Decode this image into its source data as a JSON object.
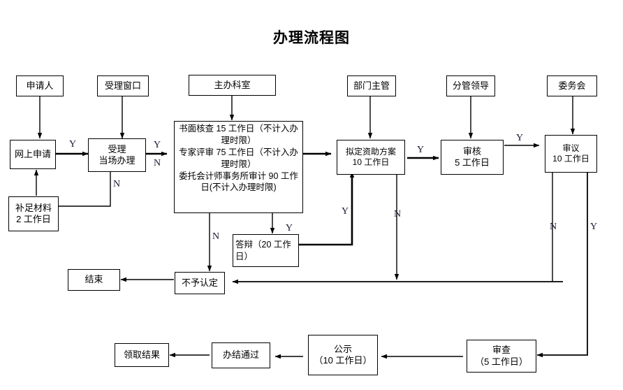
{
  "page": {
    "title": "办理流程图",
    "background_color": "#ffffff",
    "line_color": "#000000",
    "text_color": "#000000"
  },
  "nodes": {
    "applicant": {
      "label": "申请人"
    },
    "online_apply": {
      "label": "网上申请"
    },
    "supplement": {
      "line1": "补足材料",
      "line2": "2 工作日"
    },
    "accept_window": {
      "label": "受理窗口"
    },
    "accept_onsite": {
      "line1": "受理",
      "line2": "当场办理"
    },
    "host_dept": {
      "label": "主办科室"
    },
    "review_detail": {
      "line1": "书面核查 15 工作日（不计入办理时限）",
      "line2": "专家评审 75 工作日（不计入办理时限）",
      "line3": "委托会计师事务所审计 90 工作日(不计入办理时限)"
    },
    "defense": {
      "label": "答辩（20 工作日）"
    },
    "reject": {
      "label": "不予认定"
    },
    "end": {
      "label": "结束"
    },
    "dept_head": {
      "label": "部门主管"
    },
    "draft_plan": {
      "line1": "拟定资助方案",
      "line2": "10 工作日"
    },
    "branch_leader": {
      "label": "分管领导"
    },
    "verify": {
      "line1": "审核",
      "line2": "5 工作日"
    },
    "committee": {
      "label": "委务会"
    },
    "deliberate": {
      "line1": "审议",
      "line2": "10 工作日"
    },
    "inspect": {
      "line1": "审查",
      "line2": "（5 工作日）"
    },
    "publicity": {
      "line1": "公示",
      "line2": "（10 工作日）"
    },
    "completed": {
      "label": "办结通过"
    },
    "collect_result": {
      "label": "领取结果"
    }
  },
  "edge_labels": {
    "online_to_accept_yes": "Y",
    "accept_split_yes": "Y",
    "accept_split_no": "N",
    "accept_reject_no": "N",
    "review_to_reject_no": "N",
    "review_to_defense_yes": "Y",
    "defense_to_plan_yes": "Y",
    "plan_to_verify_yes": "Y",
    "plan_to_reject_no": "N",
    "verify_to_deliberate_yes": "Y",
    "deliberate_no": "N",
    "deliberate_yes": "Y"
  }
}
